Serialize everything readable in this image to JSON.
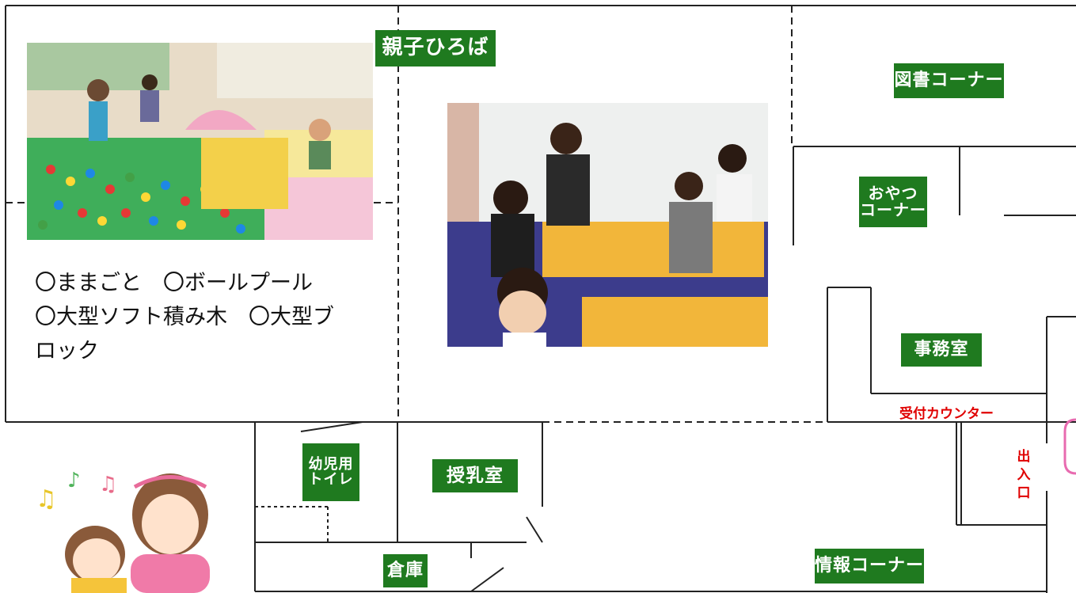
{
  "rooms": {
    "oyako_hiroba": "親子ひろば",
    "tosho_corner": "図書コーナー",
    "oyatsu_corner_line1": "おやつ",
    "oyatsu_corner_line2": "コーナー",
    "jimushitsu": "事務室",
    "uketsuke": "受付カウンター",
    "deiriguchi": "出\n入\n口",
    "youji_toilet_line1": "幼児用",
    "youji_toilet_line2": "トイレ",
    "junyushitsu": "授乳室",
    "souko": "倉庫",
    "jouhou_corner": "情報コーナー"
  },
  "play_items": {
    "line1": "〇ままごと　〇ボールプール",
    "line2": "〇大型ソフト積み木　〇大型ブ",
    "line3": "ロック"
  },
  "colors": {
    "label_bg": "#1f7a1f",
    "label_text": "#ffffff",
    "counter_text": "#e00000",
    "wall": "#222222"
  },
  "icons": {
    "photo1": "ball-pool-photo",
    "photo2": "parents-children-photo",
    "illustration": "mother-child-singing-illustration"
  }
}
